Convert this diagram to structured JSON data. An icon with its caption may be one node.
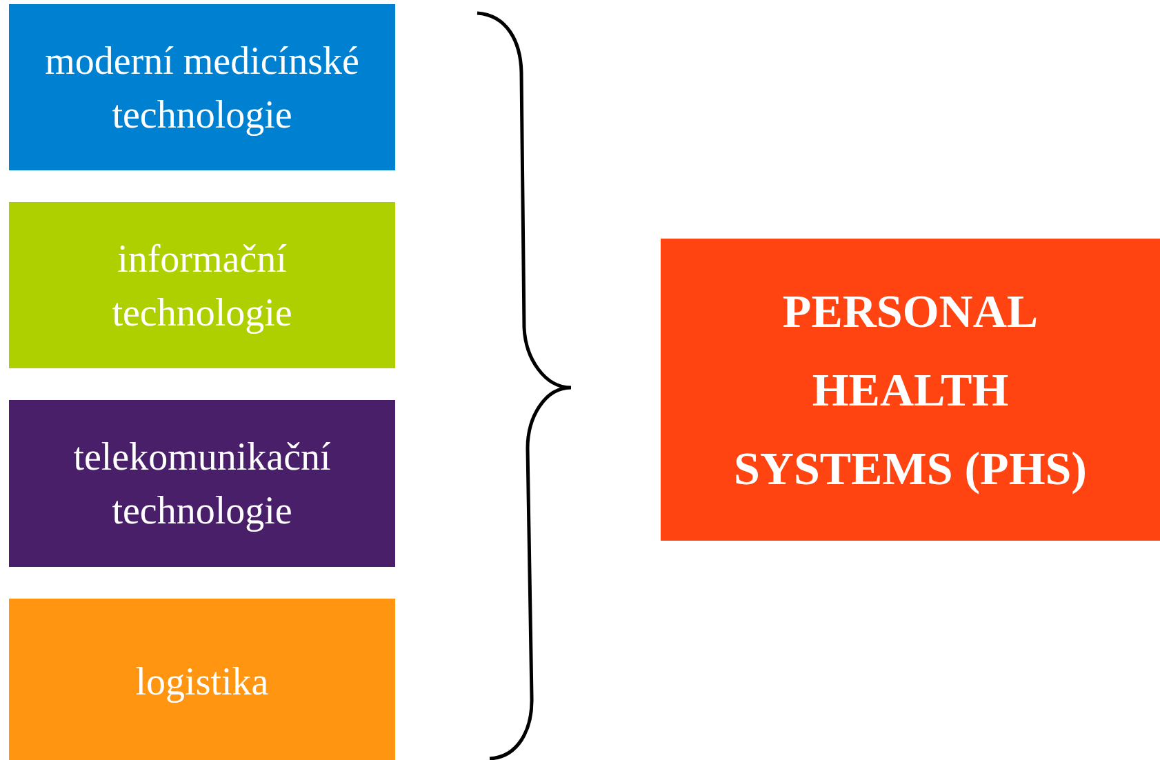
{
  "diagram": {
    "nodes": [
      {
        "text": [
          "moderní medicínské technologie"
        ]
      },
      {
        "text": [
          "informační technologie"
        ]
      },
      {
        "text": [
          "telekomunikační technologie"
        ]
      },
      {
        "text": [
          "logistika"
        ]
      },
      {
        "text": [
          "PERSONAL HEALTH SYSTEMS (PHS)"
        ]
      }
    ],
    "edges": []
  }
}
